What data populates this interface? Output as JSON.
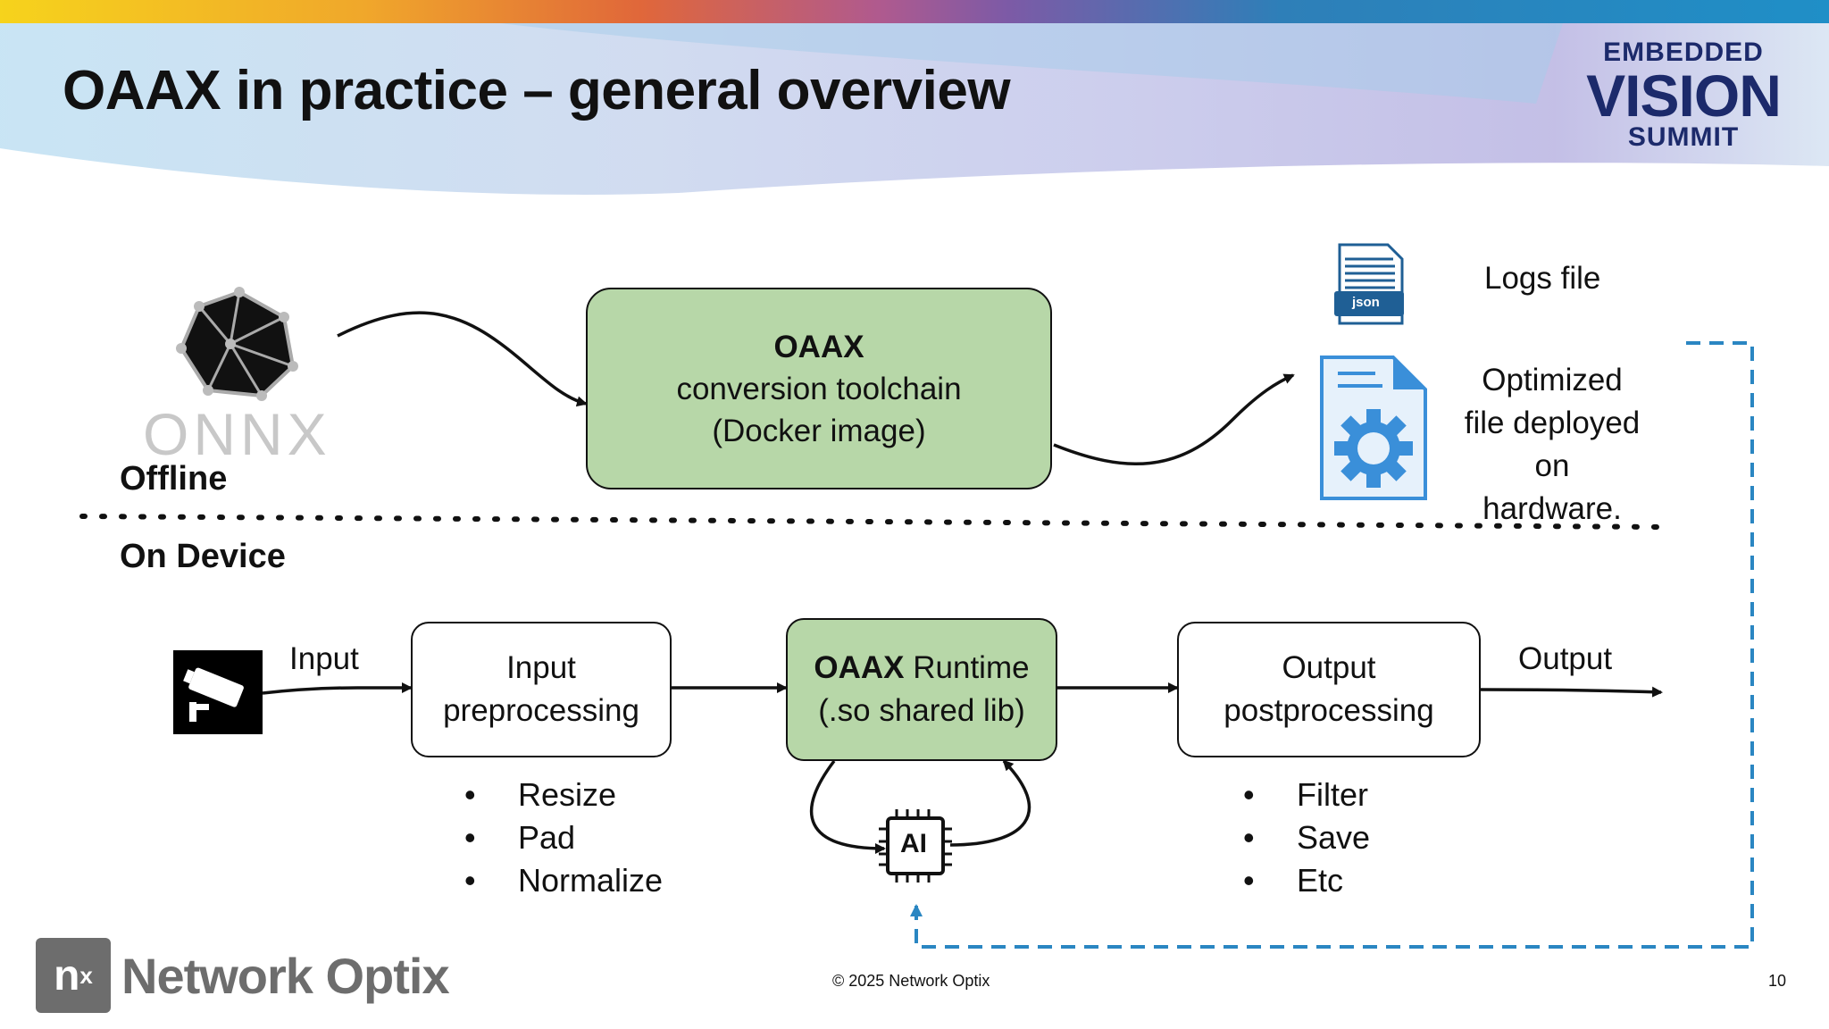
{
  "slide": {
    "title": "OAAX in practice – general overview",
    "page_number": "10",
    "copyright": "© 2025 Network Optix"
  },
  "logos": {
    "evs_line1": "EMBEDDED",
    "evs_line2": "VISION",
    "evs_line3": "SUMMIT",
    "onnx": "ONNX",
    "network_optix_mark": "n",
    "network_optix_sup": "x",
    "network_optix_name": "Network Optix"
  },
  "sections": {
    "offline": "Offline",
    "on_device": "On Device"
  },
  "offline_flow": {
    "toolchain_title": "OAAX",
    "toolchain_line2": "conversion toolchain",
    "toolchain_line3": "(Docker image)",
    "json_badge": "json",
    "logs_file": "Logs file",
    "optimized_line1": "Optimized",
    "optimized_line2": "file deployed",
    "optimized_line3": "on",
    "optimized_line4": "hardware."
  },
  "device_flow": {
    "input_label": "Input",
    "preproc_line1": "Input",
    "preproc_line2": "preprocessing",
    "runtime_bold": "OAAX",
    "runtime_rest": " Runtime",
    "runtime_line2": "(.so shared lib)",
    "postproc_line1": "Output",
    "postproc_line2": "postprocessing",
    "output_label": "Output",
    "ai_chip": "AI",
    "preproc_steps": [
      "Resize",
      "Pad",
      "Normalize"
    ],
    "postproc_steps": [
      "Filter",
      "Save",
      "Etc"
    ]
  },
  "colors": {
    "green_box": "#b7d7a8",
    "dashed_blue": "#2a86c2",
    "evs_navy": "#1c2a6b",
    "nx_gray": "#6d6d6d"
  }
}
